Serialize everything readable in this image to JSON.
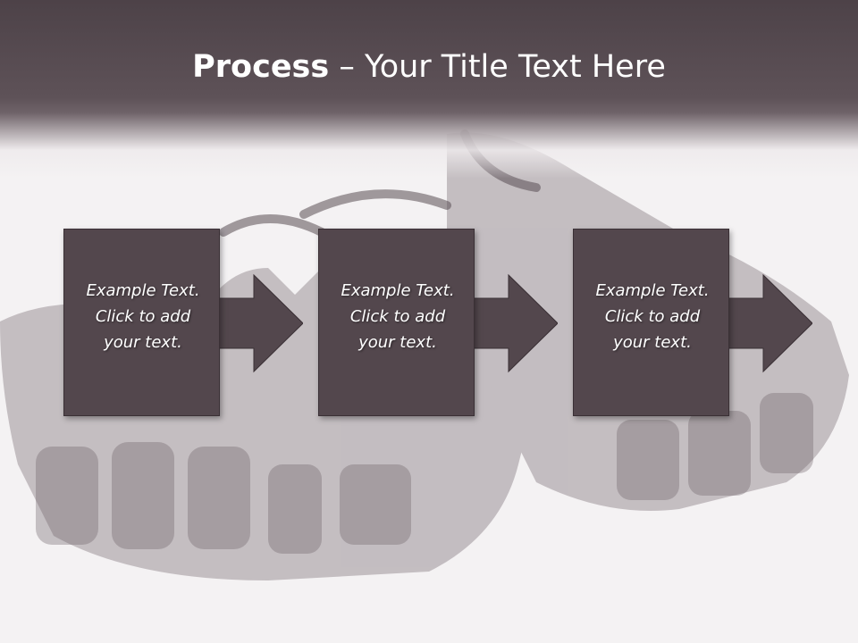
{
  "title": {
    "strong": "Process",
    "rest": " – Your Title Text Here"
  },
  "background_image": {
    "icon": "fingerless-leather-gloves-photo",
    "tone": "#8a7f85"
  },
  "colors": {
    "header": "#5e5258",
    "box_fill": "#53474d",
    "arrow_fill": "#53474d",
    "text": "#ffffff"
  },
  "steps": [
    {
      "label": "Example Text.\nClick  to add\nyour text."
    },
    {
      "label": "Example Text.\nClick  to add\nyour text."
    },
    {
      "label": "Example Text.\nClick  to add\nyour text."
    }
  ]
}
